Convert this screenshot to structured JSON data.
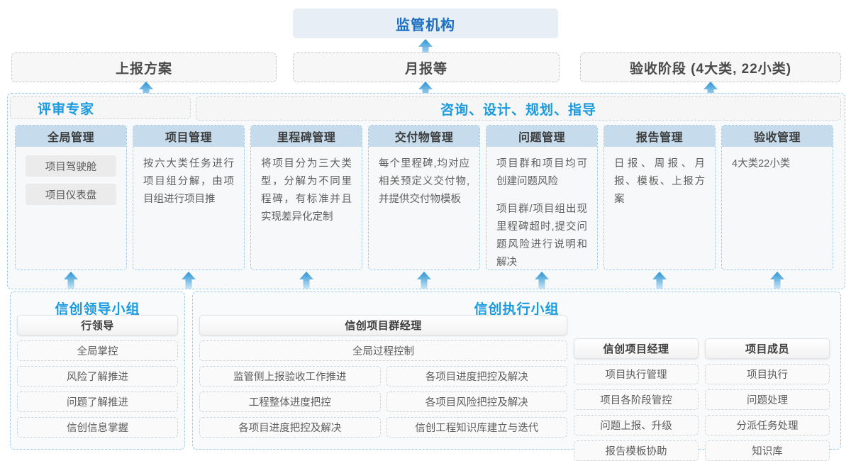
{
  "top": {
    "regulator": "监管机构",
    "reports": [
      "上报方案",
      "月报等",
      "验收阶段 (4大类, 22小类)"
    ]
  },
  "middle": {
    "title_left": "评审专家",
    "title_right": "咨询、设计、规划、指导",
    "columns": [
      {
        "head": "全局管理",
        "pills": [
          "项目驾驶舱",
          "项目仪表盘"
        ],
        "paras": []
      },
      {
        "head": "项目管理",
        "pills": [],
        "paras": [
          "按六大类任务进行项目组分解，由项目组进行项目推"
        ]
      },
      {
        "head": "里程碑管理",
        "pills": [],
        "paras": [
          "将项目分为三大类型，分解为不同里程碑，有标准并且实现差异化定制"
        ]
      },
      {
        "head": "交付物管理",
        "pills": [],
        "paras": [
          "每个里程碑,均对应相关预定义交付物,并提供交付物模板"
        ]
      },
      {
        "head": "问题管理",
        "pills": [],
        "paras": [
          "项目群和项目均可创建问题风险",
          "项目群/项目组出现里程碑超时,提交问题风险进行说明和解决"
        ]
      },
      {
        "head": "报告管理",
        "pills": [],
        "paras": [
          "日报、周报、月报、模板、上报方案"
        ]
      },
      {
        "head": "验收管理",
        "pills": [],
        "paras": [
          "4大类22小类"
        ]
      }
    ]
  },
  "bottom": {
    "left_group": {
      "title": "信创领导小组",
      "role": "行领导",
      "tasks": [
        "全局掌控",
        "风险了解推进",
        "问题了解推进",
        "信创信息掌握"
      ]
    },
    "right_group": {
      "title": "信创执行小组",
      "pm_group": {
        "role": "信创项目群经理",
        "wide_task": "全局过程控制",
        "left_tasks": [
          "监管侧上报验收工作推进",
          "工程整体进度把控",
          "各项目进度把控及解决"
        ],
        "right_tasks": [
          "各项目进度把控及解决",
          "各项目风险把控及解决",
          "信创工程知识库建立与迭代"
        ]
      },
      "pm": {
        "role": "信创项目经理",
        "tasks": [
          "项目执行管理",
          "项目各阶段管控",
          "问题上报、升级",
          "报告模板协助"
        ]
      },
      "member": {
        "role": "项目成员",
        "tasks": [
          "项目执行",
          "问题处理",
          "分派任务处理",
          "知识库"
        ]
      }
    }
  },
  "colors": {
    "accent_blue": "#1a9be0",
    "title_blue": "#1a6fc4",
    "head_fill": "#c6dcec",
    "panel_border": "#9ecbe8",
    "arrow_top": "#2a93d5",
    "arrow_bottom": "#bfe0f2"
  }
}
